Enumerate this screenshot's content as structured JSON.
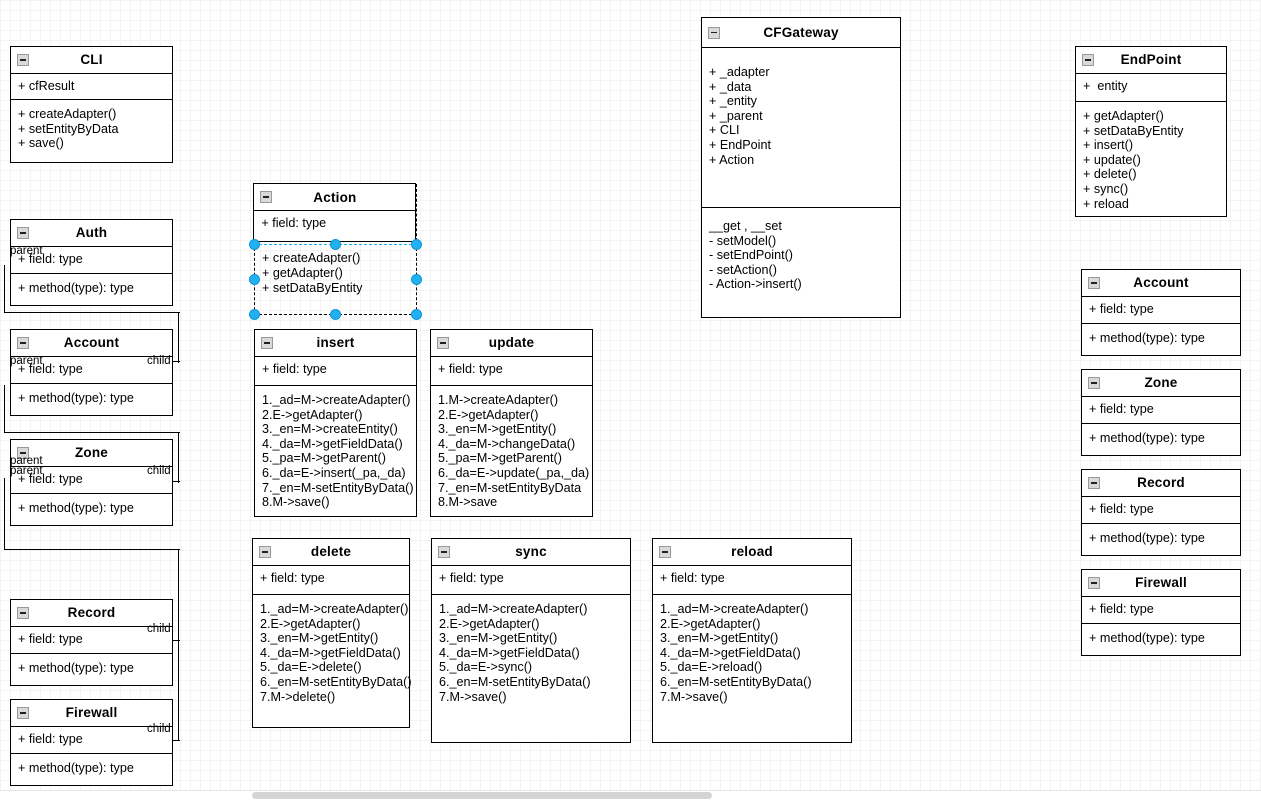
{
  "app": {
    "canvas_background": "#ffffff",
    "grid_minor_color": "#f3f3f3",
    "grid_major_color": "#dcdcdc",
    "selection_color": "#22b0f0",
    "stroke_color": "#000000"
  },
  "classes": [
    {
      "id": "cli",
      "name": "CLI",
      "attributes": [
        "+ cfResult"
      ],
      "operations": [
        "+ createAdapter()",
        "+ setEntityByData",
        "+ save()"
      ]
    },
    {
      "id": "auth",
      "name": "Auth",
      "attributes": [
        "+ field: type"
      ],
      "operations": [
        "+ method(type): type"
      ]
    },
    {
      "id": "account-left",
      "name": "Account",
      "attributes": [
        "+ field: type"
      ],
      "operations": [
        "+ method(type): type"
      ]
    },
    {
      "id": "zone-left",
      "name": "Zone",
      "attributes": [
        "+ field: type"
      ],
      "operations": [
        "+ method(type): type"
      ]
    },
    {
      "id": "record-left",
      "name": "Record",
      "attributes": [
        "+ field: type"
      ],
      "operations": [
        "+ method(type): type"
      ]
    },
    {
      "id": "firewall-left",
      "name": "Firewall",
      "attributes": [
        "+ field: type"
      ],
      "operations": [
        "+ method(type): type"
      ]
    },
    {
      "id": "action",
      "name": "Action",
      "selected": true,
      "attributes": [
        "+ field: type"
      ],
      "operations": [
        "+ createAdapter()",
        "+ getAdapter()",
        "+ setDataByEntity"
      ]
    },
    {
      "id": "insert",
      "name": "insert",
      "attributes": [
        "+ field: type"
      ],
      "operations": [
        "1._ad=M->createAdapter()",
        "2.E->getAdapter()",
        "3._en=M->createEntity()",
        "4._da=M->getFieldData()",
        "5._pa=M->getParent()",
        "6._da=E->insert(_pa,_da)",
        "7._en=M-setEntityByData()",
        "8.M->save()"
      ]
    },
    {
      "id": "update",
      "name": "update",
      "attributes": [
        "+ field: type"
      ],
      "operations": [
        "1.M->createAdapter()",
        "2.E->getAdapter()",
        "3._en=M->getEntity()",
        "4._da=M->changeData()",
        "5._pa=M->getParent()",
        "6._da=E->update(_pa,_da)",
        "7._en=M-setEntityByData",
        "8.M->save"
      ]
    },
    {
      "id": "delete",
      "name": "delete",
      "attributes": [
        "+ field: type"
      ],
      "operations": [
        "1._ad=M->createAdapter()",
        "2.E->getAdapter()",
        "3._en=M->getEntity()",
        "4._da=M->getFieldData()",
        "5._da=E->delete()",
        "6._en=M-setEntityByData()",
        "7.M->delete()"
      ]
    },
    {
      "id": "sync",
      "name": "sync",
      "attributes": [
        "+ field: type"
      ],
      "operations": [
        "1._ad=M->createAdapter()",
        "2.E->getAdapter()",
        "3._en=M->getEntity()",
        "4._da=M->getFieldData()",
        "5._da=E->sync()",
        "6._en=M-setEntityByData()",
        "7.M->save()"
      ]
    },
    {
      "id": "reload",
      "name": "reload",
      "attributes": [
        "+ field: type"
      ],
      "operations": [
        "1._ad=M->createAdapter()",
        "2.E->getAdapter()",
        "3._en=M->getEntity()",
        "4._da=M->getFieldData()",
        "5._da=E->reload()",
        "6._en=M-setEntityByData()",
        "7.M->save()"
      ]
    },
    {
      "id": "cfgateway",
      "name": "CFGateway",
      "attributes": [
        "+ _adapter",
        "+ _data",
        "+ _entity",
        "+ _parent",
        "+ CLI",
        "+ EndPoint",
        "+ Action"
      ],
      "operations": [
        "__get , __set",
        "- setModel()",
        "- setEndPoint()",
        "- setAction()",
        "- Action->insert()"
      ]
    },
    {
      "id": "endpoint",
      "name": "EndPoint",
      "attributes": [
        "+  entity"
      ],
      "operations": [
        "+ getAdapter()",
        "+ setDataByEntity",
        "+ insert()",
        "+ update()",
        "+ delete()",
        "+ sync()",
        "+ reload"
      ]
    },
    {
      "id": "account-right",
      "name": "Account",
      "attributes": [
        "+ field: type"
      ],
      "operations": [
        "+ method(type): type"
      ]
    },
    {
      "id": "zone-right",
      "name": "Zone",
      "attributes": [
        "+ field: type"
      ],
      "operations": [
        "+ method(type): type"
      ]
    },
    {
      "id": "record-right",
      "name": "Record",
      "attributes": [
        "+ field: type"
      ],
      "operations": [
        "+ method(type): type"
      ]
    },
    {
      "id": "firewall-right",
      "name": "Firewall",
      "attributes": [
        "+ field: type"
      ],
      "operations": [
        "+ method(type): type"
      ]
    }
  ],
  "connector_labels": {
    "auth_parent": "parent",
    "account_parent": "parent",
    "account_child": "child",
    "zone_parent_a": "parent",
    "zone_parent_b": "parent",
    "zone_child": "child",
    "record_child": "child",
    "firewall_child": "child"
  }
}
